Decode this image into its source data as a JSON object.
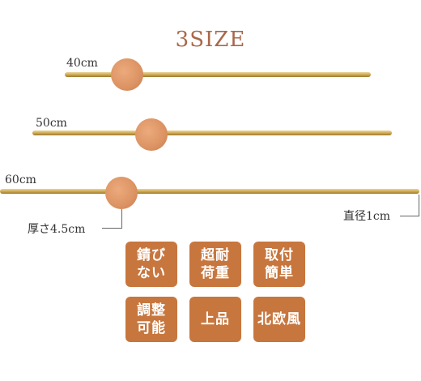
{
  "title": "3SIZE",
  "rods": [
    {
      "label": "40cm"
    },
    {
      "label": "50cm"
    },
    {
      "label": "60cm"
    }
  ],
  "dimensions": {
    "thickness": "厚さ4.5cm",
    "diameter": "直径1cm"
  },
  "features": [
    "錆び\nない",
    "超耐\n荷重",
    "取付\n簡単",
    "調整\n可能",
    "上品",
    "北欧風"
  ],
  "colors": {
    "title": "#a9674a",
    "badge": "#c7763e",
    "disc": "#dc9363",
    "rod": "#d4b05c"
  }
}
